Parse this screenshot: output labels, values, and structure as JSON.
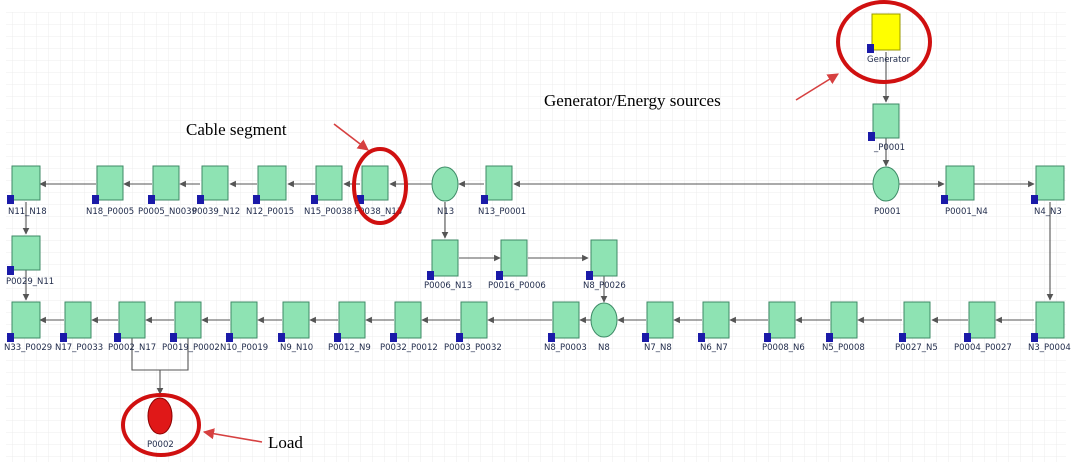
{
  "colors": {
    "segment_fill": "#8ee3b3",
    "generator_fill": "#ffff00",
    "load_fill": "#e01818",
    "callout": "#d01010",
    "tag": "#1a1aa8"
  },
  "annotations": {
    "generator": "Generator/Energy sources",
    "cable": "Cable segment",
    "load": "Load"
  },
  "nodes": {
    "generator": "Generator",
    "g_p0001": "_P0001",
    "bus_p0001": "P0001",
    "p0001_n4": "P0001_N4",
    "n4_n3": "N4_N3",
    "n13_p0001": "N13_P0001",
    "bus_n13": "N13",
    "p0038_n13": "P0038_N13",
    "n15_p0038": "N15_P0038",
    "n12_p0015": "N12_P0015",
    "p0039_n12": "P0039_N12",
    "p0005_n0039": "P0005_N0039",
    "n18_p0005": "N18_P0005",
    "n11_n18": "N11_N18",
    "p0029_n11": "P0029_N11",
    "p0006_n13": "P0006_N13",
    "p0016_p0006": "P0016_P0006",
    "n8_p0026": "N8_P0026",
    "n33_p0029": "N33_P0029",
    "n17_p0033": "N17_P0033",
    "p0002_n17": "P0002_N17",
    "p0019_p0002": "P0019_P0002",
    "n10_p0019": "N10_P0019",
    "n9_n10": "N9_N10",
    "p0012_n9": "P0012_N9",
    "p0032_p0012": "P0032_P0012",
    "p0003_p0032": "P0003_P0032",
    "n8_p0003": "N8_P0003",
    "bus_n8": "N8",
    "n7_n8": "N7_N8",
    "n6_n7": "N6_N7",
    "p0008_n6": "P0008_N6",
    "n5_p0008": "N5_P0008",
    "p0027_n5": "P0027_N5",
    "p0004_p0027": "P0004_P0027",
    "n3_p0004": "N3_P0004",
    "load_p0002": "P0002"
  }
}
